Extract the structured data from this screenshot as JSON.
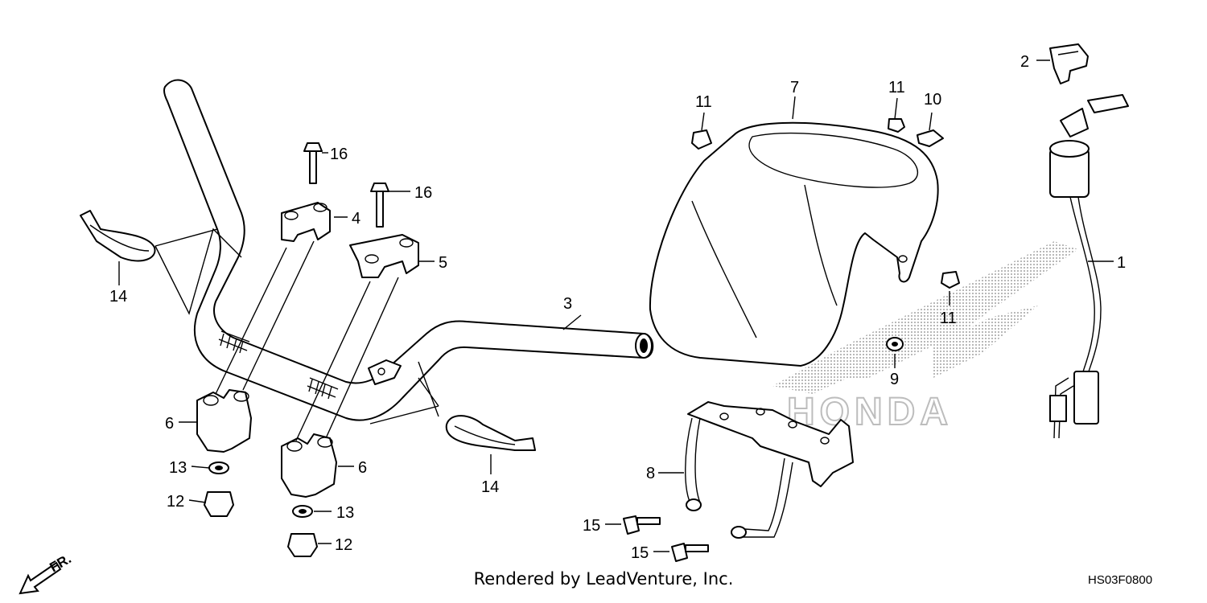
{
  "diagram": {
    "callouts": {
      "c1": "1",
      "c2": "2",
      "c3": "3",
      "c4": "4",
      "c5": "5",
      "c6a": "6",
      "c6b": "6",
      "c7": "7",
      "c8": "8",
      "c9": "9",
      "c10": "10",
      "c11a": "11",
      "c11b": "11",
      "c11c": "11",
      "c12a": "12",
      "c12b": "12",
      "c13a": "13",
      "c13b": "13",
      "c14a": "14",
      "c14b": "14",
      "c15a": "15",
      "c15b": "15",
      "c16a": "16",
      "c16b": "16"
    },
    "front_indicator": "FR.",
    "watermark": "HONDA",
    "footer": "Rendered by LeadVenture, Inc.",
    "diagram_code": "HS03F0800",
    "colors": {
      "ink": "#000000",
      "watermark": "#bdbdbd",
      "background": "#ffffff"
    }
  }
}
